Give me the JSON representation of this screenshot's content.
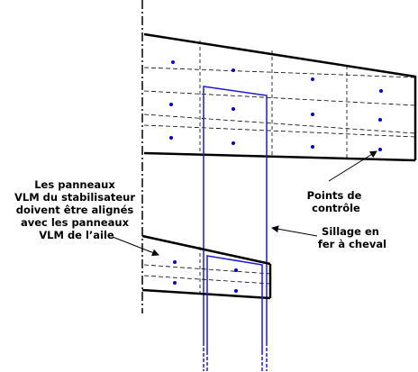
{
  "diagram": {
    "colors": {
      "outline": "#000000",
      "dashed_grid": "#000000",
      "vortex": "#1a1adc",
      "control_point": "#0000cc",
      "background": "#ffffff"
    },
    "labels": {
      "stab_note": [
        "Les panneaux",
        "VLM du stabilisateur",
        "doivent être alignés",
        "avec les panneaux",
        "VLM de l’aile"
      ],
      "control_points": [
        "Points de",
        "contrôle"
      ],
      "wake": [
        "Sillage en",
        "fer à cheval"
      ]
    }
  }
}
